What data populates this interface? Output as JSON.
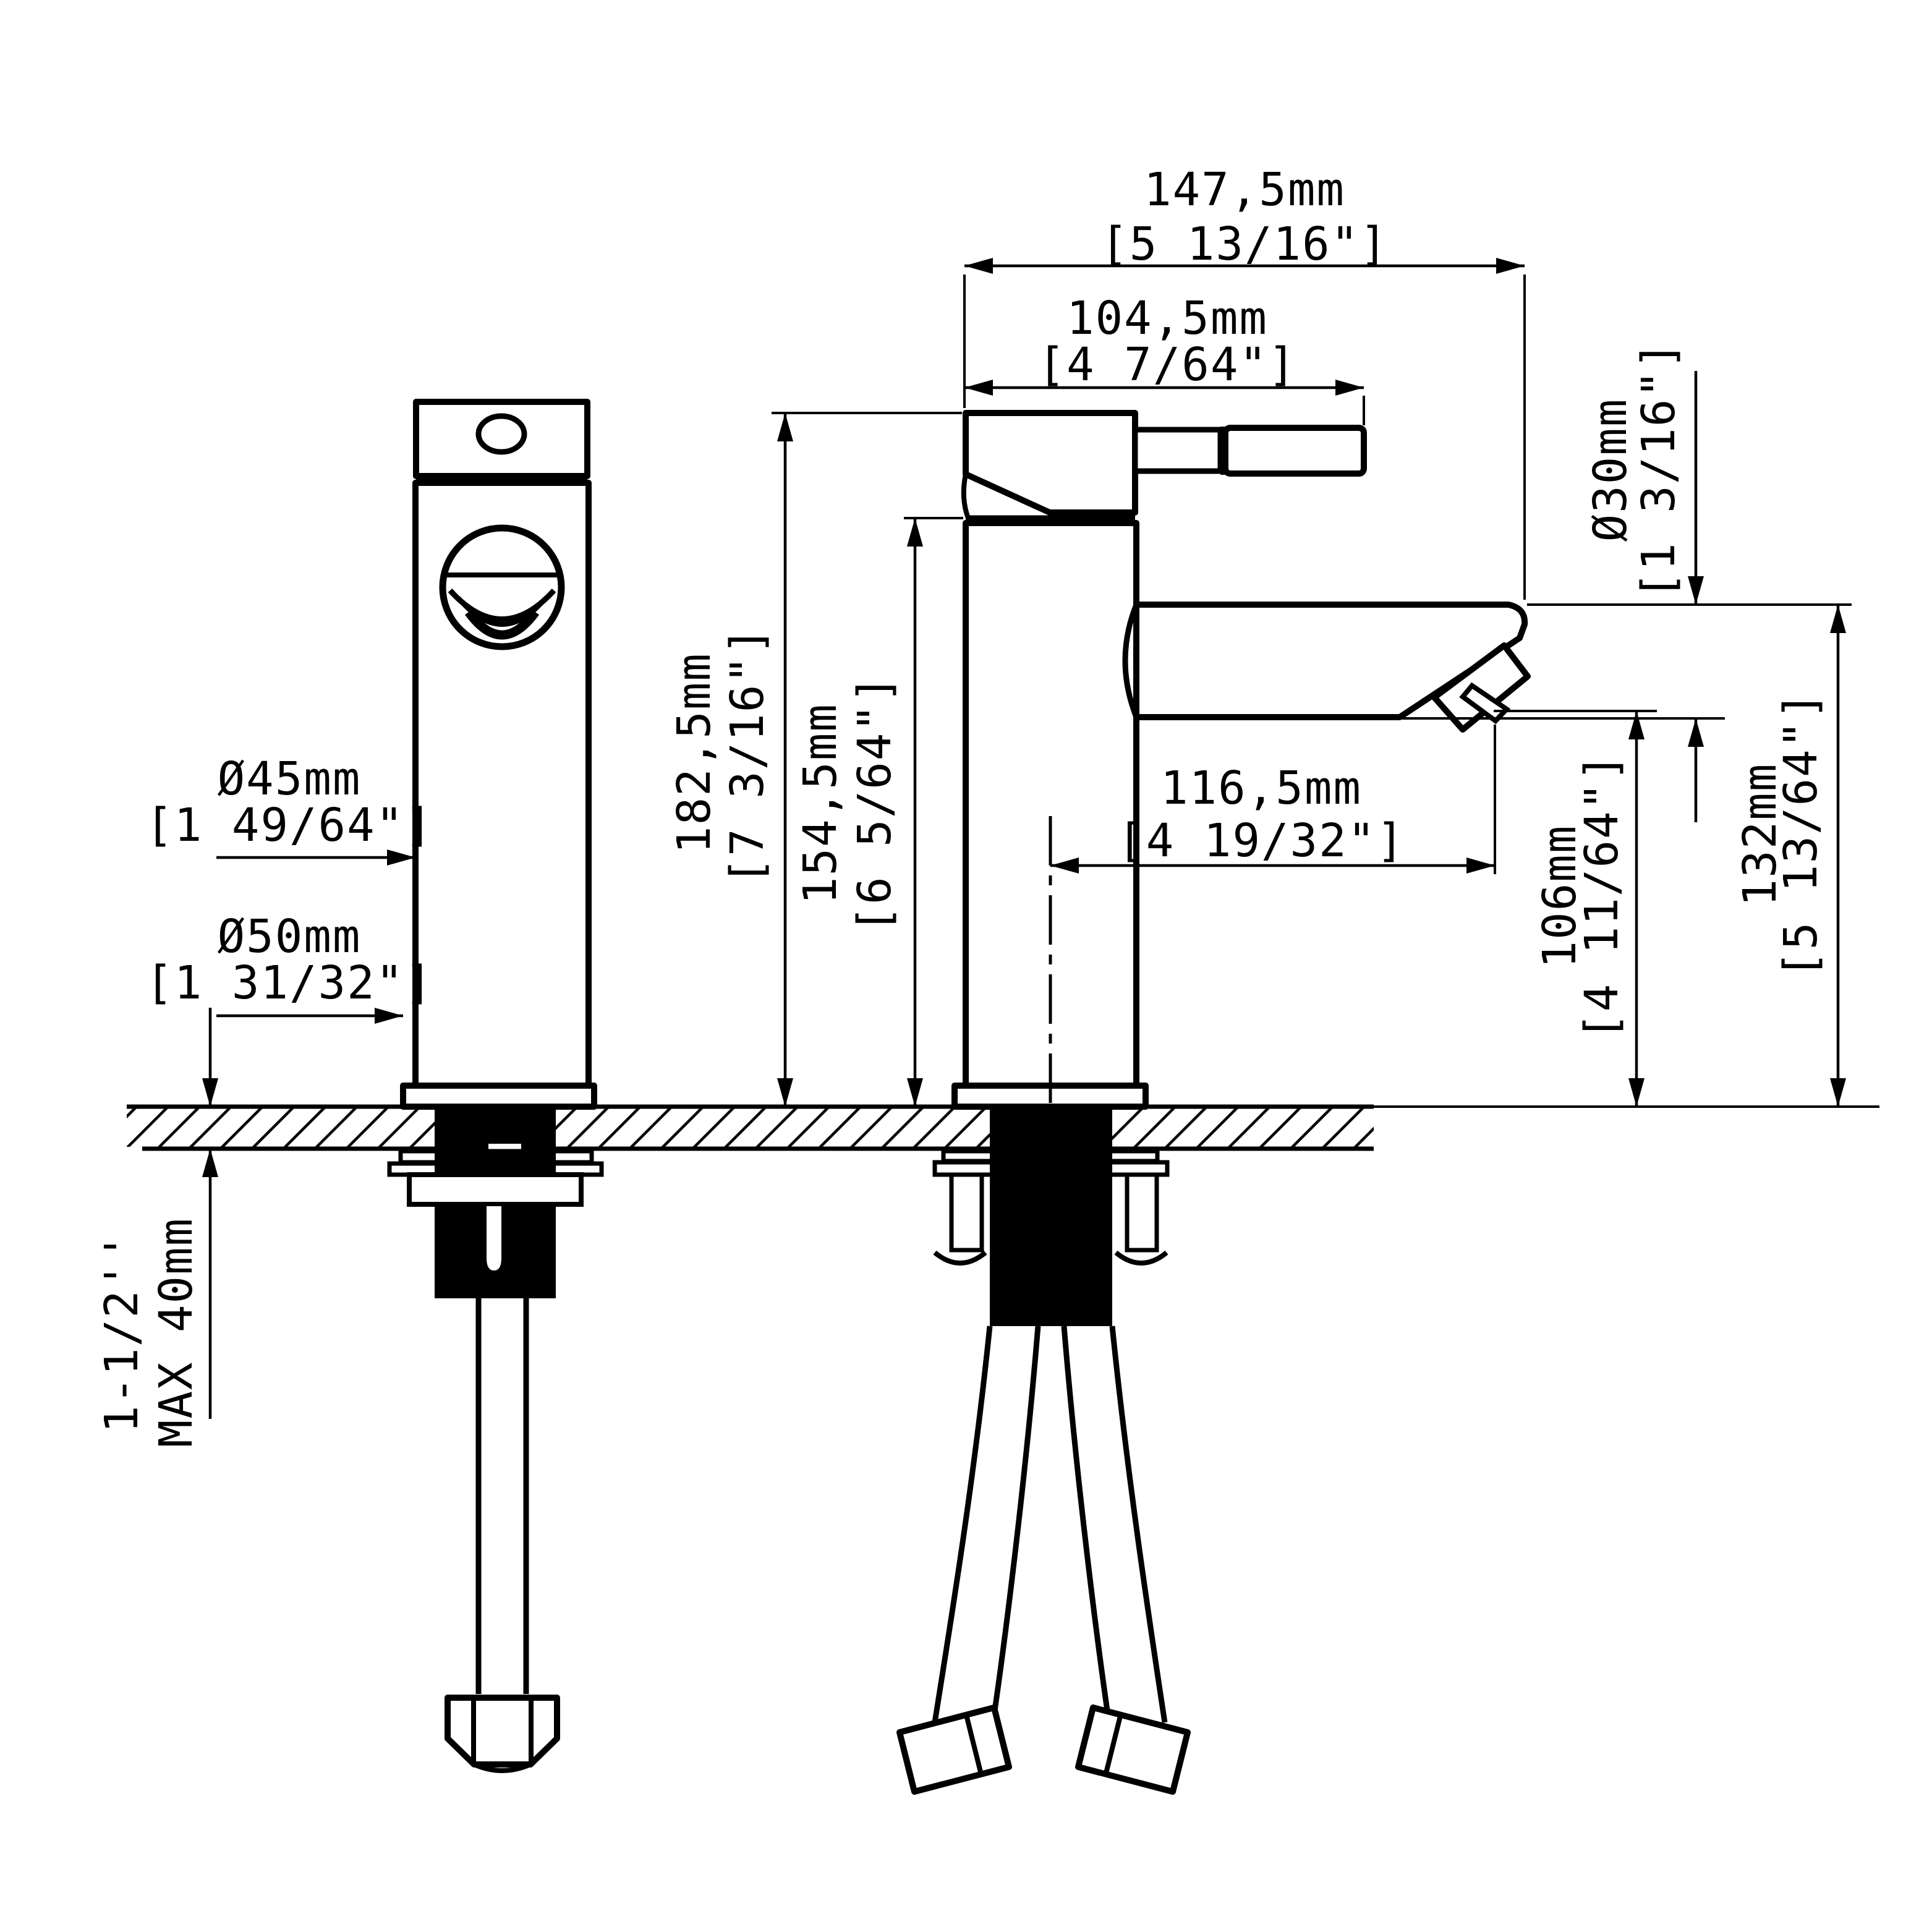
{
  "drawing": {
    "type": "faucet-installation-technical-drawing",
    "line_color": "#000000",
    "background": "#ffffff"
  },
  "dimensions": {
    "overall_reach": {
      "mm": "147,5mm",
      "inch": "[5 13/16\"]"
    },
    "handle_reach": {
      "mm": "104,5mm",
      "inch": "[4 7/64\"]"
    },
    "spout_diameter": {
      "mm": "Ø30mm",
      "inch": "[1 3/16\"]"
    },
    "overall_height": {
      "mm": "182,5mm",
      "inch": "[7 3/16\"]"
    },
    "body_height": {
      "mm": "154,5mm",
      "inch": "[6 5/64\"]"
    },
    "spout_center_reach": {
      "mm": "116,5mm",
      "inch": "[4 19/32\"]"
    },
    "aerator_height": {
      "mm": "106mm",
      "inch": "[4 11/64\"]"
    },
    "spout_top_height": {
      "mm": "132mm",
      "inch": "[5 13/64\"]"
    },
    "body_diameter": {
      "mm": "Ø45mm",
      "inch": "[1 49/64\"]"
    },
    "base_diameter": {
      "mm": "Ø50mm",
      "inch": "[1 31/32\"]"
    },
    "deck_thickness": {
      "line1": "1-1/2''",
      "line2": "MAX 40mm"
    }
  }
}
